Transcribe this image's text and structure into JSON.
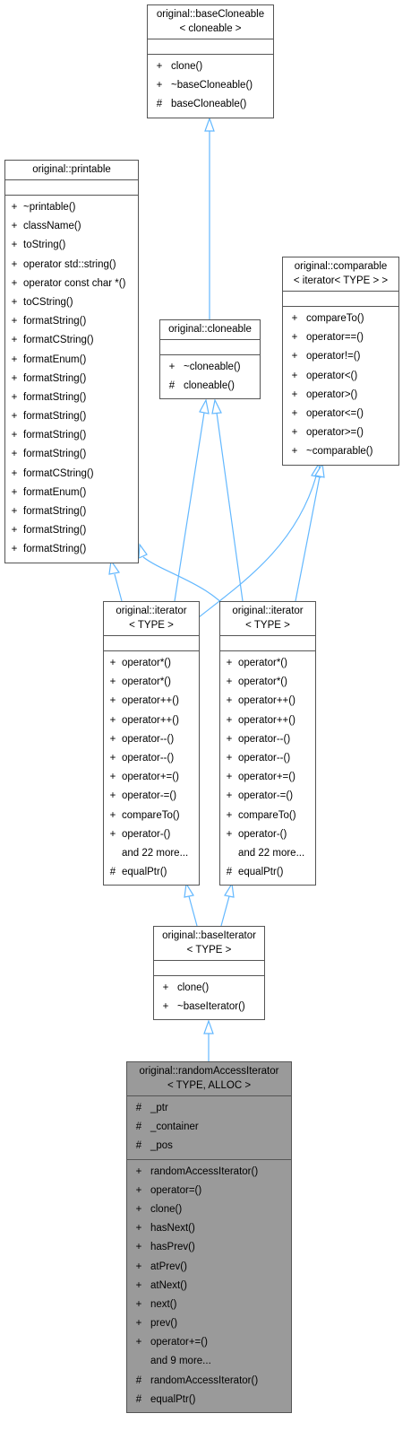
{
  "classes": {
    "baseCloneable": {
      "title": [
        "original::baseCloneable",
        "< cloneable >"
      ],
      "attributes": [],
      "methods": [
        {
          "vis": "+",
          "name": "clone()"
        },
        {
          "vis": "+",
          "name": "~baseCloneable()"
        },
        {
          "vis": "#",
          "name": "baseCloneable()"
        }
      ]
    },
    "printable": {
      "title": [
        "original::printable"
      ],
      "attributes": [],
      "methods": [
        {
          "vis": "+",
          "name": "~printable()"
        },
        {
          "vis": "+",
          "name": "className()"
        },
        {
          "vis": "+",
          "name": "toString()"
        },
        {
          "vis": "+",
          "name": "operator std::string()"
        },
        {
          "vis": "+",
          "name": "operator const char *()"
        },
        {
          "vis": "+",
          "name": "toCString()"
        },
        {
          "vis": "+",
          "name": "formatString()"
        },
        {
          "vis": "+",
          "name": "formatCString()"
        },
        {
          "vis": "+",
          "name": "formatEnum()"
        },
        {
          "vis": "+",
          "name": "formatString()"
        },
        {
          "vis": "+",
          "name": "formatString()"
        },
        {
          "vis": "+",
          "name": "formatString()"
        },
        {
          "vis": "+",
          "name": "formatString()"
        },
        {
          "vis": "+",
          "name": "formatString()"
        },
        {
          "vis": "+",
          "name": "formatCString()"
        },
        {
          "vis": "+",
          "name": "formatEnum()"
        },
        {
          "vis": "+",
          "name": "formatString()"
        },
        {
          "vis": "+",
          "name": "formatString()"
        },
        {
          "vis": "+",
          "name": "formatString()"
        }
      ]
    },
    "cloneable": {
      "title": [
        "original::cloneable"
      ],
      "attributes": [],
      "methods": [
        {
          "vis": "+",
          "name": "~cloneable()"
        },
        {
          "vis": "#",
          "name": "cloneable()"
        }
      ]
    },
    "comparable": {
      "title": [
        "original::comparable",
        "< iterator< TYPE > >"
      ],
      "attributes": [],
      "methods": [
        {
          "vis": "+",
          "name": "compareTo()"
        },
        {
          "vis": "+",
          "name": "operator==()"
        },
        {
          "vis": "+",
          "name": "operator!=()"
        },
        {
          "vis": "+",
          "name": "operator<()"
        },
        {
          "vis": "+",
          "name": "operator>()"
        },
        {
          "vis": "+",
          "name": "operator<=()"
        },
        {
          "vis": "+",
          "name": "operator>=()"
        },
        {
          "vis": "+",
          "name": "~comparable()"
        }
      ]
    },
    "iteratorA": {
      "title": [
        "original::iterator",
        "< TYPE >"
      ],
      "attributes": [],
      "methods": [
        {
          "vis": "+",
          "name": "operator*()"
        },
        {
          "vis": "+",
          "name": "operator*()"
        },
        {
          "vis": "+",
          "name": "operator++()"
        },
        {
          "vis": "+",
          "name": "operator++()"
        },
        {
          "vis": "+",
          "name": "operator--()"
        },
        {
          "vis": "+",
          "name": "operator--()"
        },
        {
          "vis": "+",
          "name": "operator+=()"
        },
        {
          "vis": "+",
          "name": "operator-=()"
        },
        {
          "vis": "+",
          "name": "compareTo()"
        },
        {
          "vis": "+",
          "name": "operator-()"
        }
      ],
      "more": "and 22 more...",
      "tail": [
        {
          "vis": "#",
          "name": "equalPtr()"
        }
      ]
    },
    "iteratorB": {
      "title": [
        "original::iterator",
        "< TYPE >"
      ],
      "attributes": [],
      "methods": [
        {
          "vis": "+",
          "name": "operator*()"
        },
        {
          "vis": "+",
          "name": "operator*()"
        },
        {
          "vis": "+",
          "name": "operator++()"
        },
        {
          "vis": "+",
          "name": "operator++()"
        },
        {
          "vis": "+",
          "name": "operator--()"
        },
        {
          "vis": "+",
          "name": "operator--()"
        },
        {
          "vis": "+",
          "name": "operator+=()"
        },
        {
          "vis": "+",
          "name": "operator-=()"
        },
        {
          "vis": "+",
          "name": "compareTo()"
        },
        {
          "vis": "+",
          "name": "operator-()"
        }
      ],
      "more": "and 22 more...",
      "tail": [
        {
          "vis": "#",
          "name": "equalPtr()"
        }
      ]
    },
    "baseIterator": {
      "title": [
        "original::baseIterator",
        "< TYPE >"
      ],
      "attributes": [],
      "methods": [
        {
          "vis": "+",
          "name": "clone()"
        },
        {
          "vis": "+",
          "name": "~baseIterator()"
        }
      ]
    },
    "randomAccessIterator": {
      "title": [
        "original::randomAccessIterator",
        "< TYPE, ALLOC >"
      ],
      "attributes": [
        {
          "vis": "#",
          "name": "_ptr"
        },
        {
          "vis": "#",
          "name": "_container"
        },
        {
          "vis": "#",
          "name": "_pos"
        }
      ],
      "methods": [
        {
          "vis": "+",
          "name": "randomAccessIterator()"
        },
        {
          "vis": "+",
          "name": "operator=()"
        },
        {
          "vis": "+",
          "name": "clone()"
        },
        {
          "vis": "+",
          "name": "hasNext()"
        },
        {
          "vis": "+",
          "name": "hasPrev()"
        },
        {
          "vis": "+",
          "name": "atPrev()"
        },
        {
          "vis": "+",
          "name": "atNext()"
        },
        {
          "vis": "+",
          "name": "next()"
        },
        {
          "vis": "+",
          "name": "prev()"
        },
        {
          "vis": "+",
          "name": "operator+=()"
        }
      ],
      "more": "and 9 more...",
      "tail": [
        {
          "vis": "#",
          "name": "randomAccessIterator()"
        },
        {
          "vis": "#",
          "name": "equalPtr()"
        }
      ]
    }
  },
  "colors": {
    "edge": "#63b8ff",
    "border": "#555555",
    "highlight": "#9a9a9a"
  }
}
